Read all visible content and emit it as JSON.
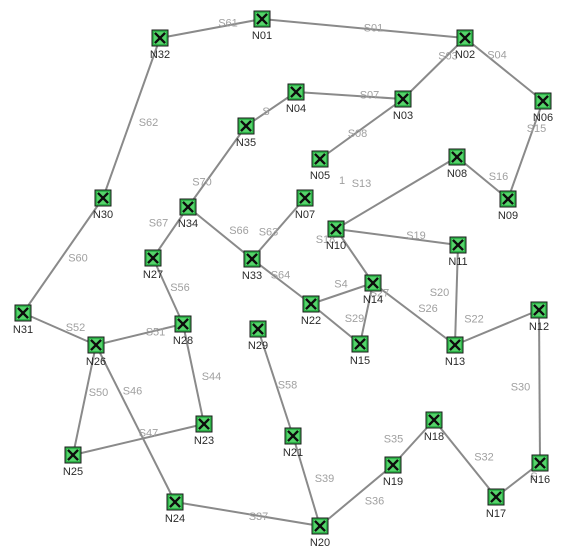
{
  "diagram": {
    "nodes": [
      {
        "id": "N01",
        "label": "N01"
      },
      {
        "id": "N02",
        "label": "N02"
      },
      {
        "id": "N03",
        "label": "N03"
      },
      {
        "id": "N04",
        "label": "N04"
      },
      {
        "id": "N05",
        "label": "N05"
      },
      {
        "id": "N06",
        "label": "N06"
      },
      {
        "id": "N07",
        "label": "N07"
      },
      {
        "id": "N08",
        "label": "N08"
      },
      {
        "id": "N09",
        "label": "N09"
      },
      {
        "id": "N10",
        "label": "N10"
      },
      {
        "id": "N11",
        "label": "N11"
      },
      {
        "id": "N12",
        "label": "N12"
      },
      {
        "id": "N13",
        "label": "N13"
      },
      {
        "id": "N14",
        "label": "N14"
      },
      {
        "id": "N15",
        "label": "N15"
      },
      {
        "id": "N16",
        "label": "N16"
      },
      {
        "id": "N17",
        "label": "N17"
      },
      {
        "id": "N18",
        "label": "N18"
      },
      {
        "id": "N19",
        "label": "N19"
      },
      {
        "id": "N20",
        "label": "N20"
      },
      {
        "id": "N21",
        "label": "N21"
      },
      {
        "id": "N22",
        "label": "N22"
      },
      {
        "id": "N23",
        "label": "N23"
      },
      {
        "id": "N24",
        "label": "N24"
      },
      {
        "id": "N25",
        "label": "N25"
      },
      {
        "id": "N26",
        "label": "N26"
      },
      {
        "id": "N27",
        "label": "N27"
      },
      {
        "id": "N28",
        "label": "N28"
      },
      {
        "id": "N29",
        "label": "N29"
      },
      {
        "id": "N30",
        "label": "N30"
      },
      {
        "id": "N31",
        "label": "N31"
      },
      {
        "id": "N32",
        "label": "N32"
      },
      {
        "id": "N33",
        "label": "N33"
      },
      {
        "id": "N34",
        "label": "N34"
      },
      {
        "id": "N35",
        "label": "N35"
      }
    ],
    "links": [
      {
        "id": "S01",
        "label": "S01",
        "from": "N01",
        "to": "N02"
      },
      {
        "id": "S03",
        "label": "S03",
        "from": "N02",
        "to": "N03"
      },
      {
        "id": "S04",
        "label": "S04",
        "from": "N02",
        "to": "N06"
      },
      {
        "id": "S07",
        "label": "S07",
        "from": "N04",
        "to": "N03"
      },
      {
        "id": "S08",
        "label": "S08",
        "from": "N03",
        "to": "N05"
      },
      {
        "id": "S15",
        "label": "S15",
        "from": "N06",
        "to": "N09"
      },
      {
        "id": "S16",
        "label": "S16",
        "from": "N08",
        "to": "N09"
      },
      {
        "id": "S13",
        "label": "S13",
        "from": "N08",
        "to": "N10"
      },
      {
        "id": "S19",
        "label": "S19",
        "from": "N10",
        "to": "N11"
      },
      {
        "id": "S18",
        "label": "S18",
        "from": "N10",
        "to": "N14"
      },
      {
        "id": "S20",
        "label": "S20",
        "from": "N11",
        "to": "N13"
      },
      {
        "id": "S26",
        "label": "S26",
        "from": "N14",
        "to": "N13"
      },
      {
        "id": "S22",
        "label": "S22",
        "from": "N13",
        "to": "N12"
      },
      {
        "id": "S30",
        "label": "S30",
        "from": "N12",
        "to": "N16"
      },
      {
        "id": "S27",
        "label": "S27",
        "from": "N14",
        "to": "N15"
      },
      {
        "id": "S29",
        "label": "S29",
        "from": "N22",
        "to": "N15"
      },
      {
        "id": "S4",
        "label": "S4",
        "from": "N22",
        "to": "N14"
      },
      {
        "id": "S64",
        "label": "S64",
        "from": "N33",
        "to": "N22"
      },
      {
        "id": "S63",
        "label": "S63",
        "from": "N07",
        "to": "N33"
      },
      {
        "id": "S66",
        "label": "S66",
        "from": "N34",
        "to": "N33"
      },
      {
        "id": "S70",
        "label": "S70",
        "from": "N34",
        "to": "N35"
      },
      {
        "id": "S",
        "label": "S",
        "from": "N35",
        "to": "N04"
      },
      {
        "id": "S67",
        "label": "S67",
        "from": "N34",
        "to": "N27"
      },
      {
        "id": "S56",
        "label": "S56",
        "from": "N27",
        "to": "N28"
      },
      {
        "id": "S44",
        "label": "S44",
        "from": "N28",
        "to": "N23"
      },
      {
        "id": "S51",
        "label": "S51",
        "from": "N28",
        "to": "N26"
      },
      {
        "id": "S52",
        "label": "S52",
        "from": "N31",
        "to": "N26"
      },
      {
        "id": "S60",
        "label": "S60",
        "from": "N30",
        "to": "N31"
      },
      {
        "id": "S62",
        "label": "S62",
        "from": "N32",
        "to": "N30"
      },
      {
        "id": "S61",
        "label": "S61",
        "from": "N32",
        "to": "N01"
      },
      {
        "id": "S50",
        "label": "S50",
        "from": "N26",
        "to": "N25"
      },
      {
        "id": "S47",
        "label": "S47",
        "from": "N25",
        "to": "N23"
      },
      {
        "id": "S46",
        "label": "S46",
        "from": "N26",
        "to": "N24"
      },
      {
        "id": "S37",
        "label": "S37",
        "from": "N24",
        "to": "N20"
      },
      {
        "id": "S39",
        "label": "S39",
        "from": "N21",
        "to": "N20"
      },
      {
        "id": "S58",
        "label": "S58",
        "from": "N29",
        "to": "N21"
      },
      {
        "id": "S36",
        "label": "S36",
        "from": "N20",
        "to": "N19"
      },
      {
        "id": "S35",
        "label": "S35",
        "from": "N19",
        "to": "N18"
      },
      {
        "id": "S32",
        "label": "S32",
        "from": "N18",
        "to": "N17"
      },
      {
        "id": "S31",
        "label": "S",
        "from": "N17",
        "to": "N16"
      }
    ],
    "extra_labels": [
      {
        "id": "n05-suffix",
        "text": "1"
      }
    ]
  },
  "colors": {
    "node_fill": "#2fb44a",
    "node_highlight": "#55d36a",
    "link": "#8a8a8a",
    "link_label": "#a0a0a0",
    "node_label": "#2a2a2a"
  },
  "icons": {
    "node": "network-node-x-icon"
  }
}
